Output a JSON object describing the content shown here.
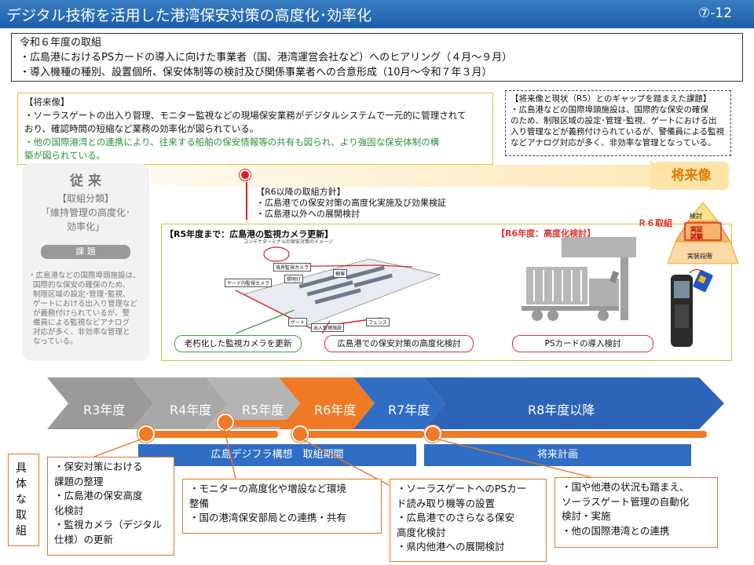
{
  "header": {
    "title": "デジタル技術を活用した港湾保安対策の高度化･効率化",
    "page_number": "⑦-12"
  },
  "current_year": {
    "title": "令和６年度の取組",
    "items": [
      "・広島港におけるPSカードの導入に向けた事業者（国、港湾運営会社など）へのヒアリング（４月～９月）",
      "・導入機種の種別、設置個所、保安体制等の検討及び関係事業者への合意形成（10月～令和７年３月）"
    ]
  },
  "future_vision": {
    "title": "【将来像】",
    "lines": [
      "・ソーラスゲートの出入り管理、モニター監視などの現場保安業務がデジタルシステムで一元的に管理されて",
      "おり、確認時間の短縮など業務の効率化が図られている。"
    ],
    "green_lines": [
      "・他の国際港湾との連携により、往来する船舶の保安情報等の共有も図られ、より強固な保安体制の構",
      "築が図られている。"
    ]
  },
  "gap": {
    "title": "【将来像と現状（R5）とのギャップを踏まえた課題】",
    "lines": [
      "・広島港などの国際埠頭施設は、国際的な保安の確保",
      "のため、制限区域の設定･管理･監視、ゲートにおける出",
      "入り管理などが義務付けられているが、警備員による監視",
      "などアナログ対応が多く、非効率な管理となっている。"
    ]
  },
  "conventional": {
    "title": "従 来",
    "sub1": "【取組分類】",
    "sub2": "「維持管理の高度化･",
    "sub3": "効率化」",
    "issue_label": "課 題",
    "desc": [
      "・広島港などの国際埠頭施設は、",
      "国際的な保安の確保のため、",
      "制限区域の設定･管理･監視、",
      "ゲートにおける出入り管理など",
      "が義務付けられているが、警",
      "備員による監視などアナログ",
      "対応が多く、非効率な管理と",
      "なっている。"
    ]
  },
  "future_label": "将来像",
  "r6_policy": {
    "title": "【R6以降の取組方針】",
    "items": [
      "・広島港での保安対策の高度化実施及び効果検証",
      "・広島港以外への展開検討"
    ]
  },
  "r5_label": "【R5年度まで：広島港の監視カメラ更新】",
  "r5_diagram_title": "コンテナターミナルの保安対策のイメージ",
  "r5_diagram_labels": [
    "境界監視カメラ",
    "ヤード内監視カメラ",
    "照明灯",
    "柵塀",
    "ゲート",
    "フェンス",
    "出入管理施設"
  ],
  "r6_label": "【R6年度：高度化検討】",
  "r6_tori": "Ｒ６取組",
  "pyramid": [
    "検討",
    "実証試験",
    "実装段階"
  ],
  "captions": [
    "老朽化した監視カメラを更新",
    "広島港での保安対策の高度化検討",
    "PSカードの導入検討"
  ],
  "timeline": {
    "years": [
      "R3年度",
      "R4年度",
      "R5年度",
      "R6年度",
      "R7年度",
      "R8年度以降"
    ],
    "bands": [
      "広島デジフラ構想　取組期間",
      "将来計画"
    ]
  },
  "concrete_label": "具体な取組",
  "actions": [
    [
      "・保安対策における",
      "課題の整理",
      "・広島港の保安高度",
      "化検討",
      "・監視カメラ（デジタル",
      "仕様）の更新"
    ],
    [
      "・モニターの高度化や増設など環境",
      "整備",
      "・国の港湾保安部局との連携・共有"
    ],
    [
      "・ソーラスゲートへのPSカー",
      "ド読み取り機等の設置",
      "・広島港でのさらなる保安",
      "高度化検討",
      "・県内他港への展開検討"
    ],
    [
      "・国や他港の状況も踏まえ、",
      "ソーラスゲート管理の自動化",
      "検討・実施",
      "・他の国際港湾との連携"
    ]
  ],
  "colors": {
    "header": "#1b5ea8",
    "accent_orange": "#f07a25",
    "band_blue": "#2f6ec4",
    "red": "#e02020",
    "green": "#3fa04a"
  }
}
